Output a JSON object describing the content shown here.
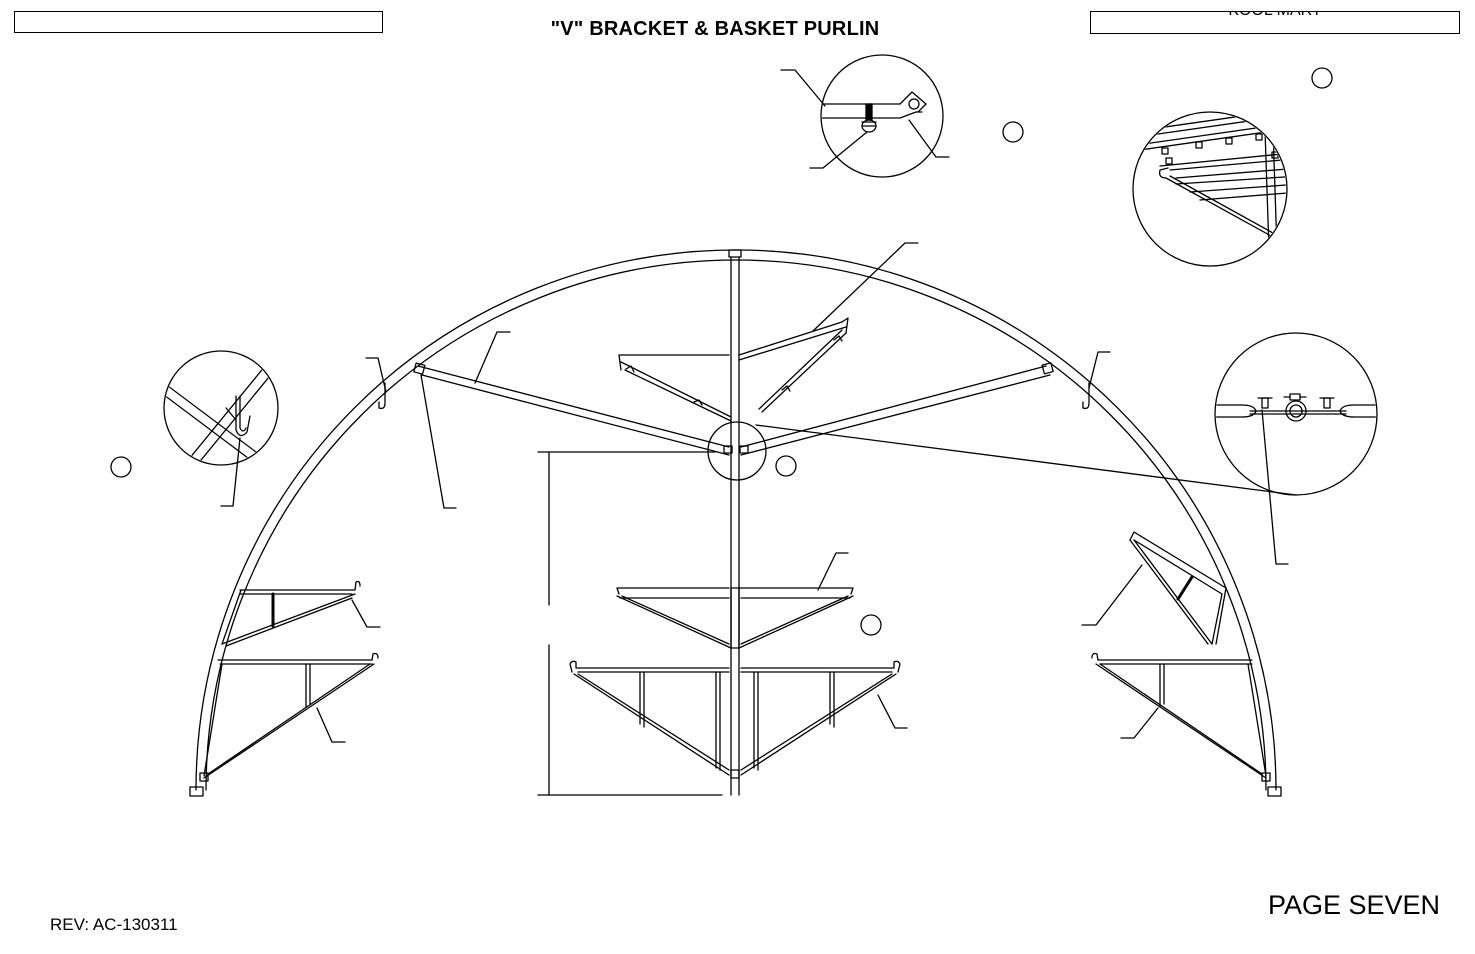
{
  "header": {
    "title": "\"V\" BRACKET & BASKET PURLIN",
    "left_box_text": "",
    "right_box_text": "KOOL MART"
  },
  "footer": {
    "revision": "REV: AC-130311",
    "page_label": "PAGE SEVEN"
  },
  "colors": {
    "line": "#000000",
    "background": "#ffffff"
  }
}
